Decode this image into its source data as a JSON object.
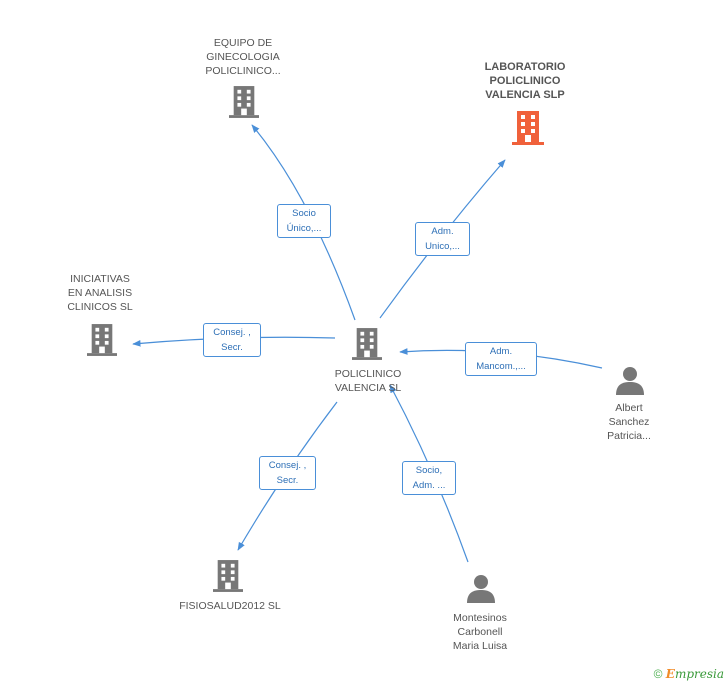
{
  "colors": {
    "edge": "#4a8fd8",
    "building": "#777777",
    "highlight": "#f0613b",
    "person": "#777777",
    "footer_copy": "#4caf50",
    "footer_brand": "#3a9a3a"
  },
  "nodes": {
    "center": {
      "label": "POLICLINICO\nVALENCIA SL",
      "type": "company"
    },
    "equipo": {
      "label": "EQUIPO DE\nGINECOLOGIA\nPOLICLINICO...",
      "type": "company"
    },
    "laboratorio": {
      "label": "LABORATORIO\nPOLICLINICO\nVALENCIA SLP",
      "type": "company-highlight"
    },
    "iniciativas": {
      "label": "INICIATIVAS\nEN ANALISIS\nCLINICOS  SL",
      "type": "company"
    },
    "fisiosalud": {
      "label": "FISIOSALUD2012 SL",
      "type": "company"
    },
    "albert": {
      "label": "Albert\nSanchez\nPatricia...",
      "type": "person"
    },
    "montesinos": {
      "label": "Montesinos\nCarbonell\nMaria Luisa",
      "type": "person"
    }
  },
  "edges": {
    "equipo": "Socio\nÚnico,...",
    "laboratorio": "Adm.\nUnico,...",
    "iniciativas": "Consej. ,\nSecr.",
    "albert": "Adm.\nMancom.,...",
    "fisiosalud": "Consej. ,\nSecr.",
    "montesinos": "Socio,\nAdm. ..."
  },
  "footer": {
    "copyright": "©",
    "brand_e": "E",
    "brand_rest": "mpresia"
  }
}
